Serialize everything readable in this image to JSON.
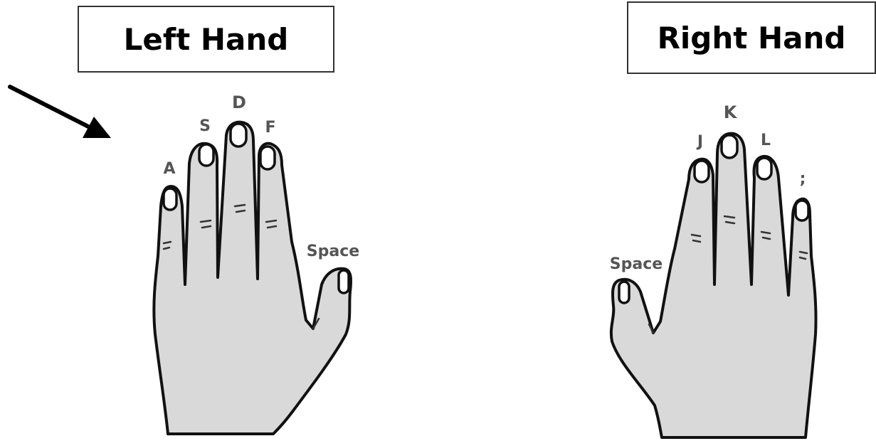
{
  "left_hand": {
    "title": "Left Hand",
    "keys": {
      "pinky": "A",
      "ring": "S",
      "middle": "D",
      "index": "F",
      "thumb": "Space"
    }
  },
  "right_hand": {
    "title": "Right Hand",
    "keys": {
      "index": "J",
      "middle": "K",
      "ring": "L",
      "pinky": ";",
      "thumb": "Space"
    }
  },
  "colors": {
    "hand_fill": "#d9d9d9",
    "outline": "#111111",
    "label": "#555555"
  }
}
